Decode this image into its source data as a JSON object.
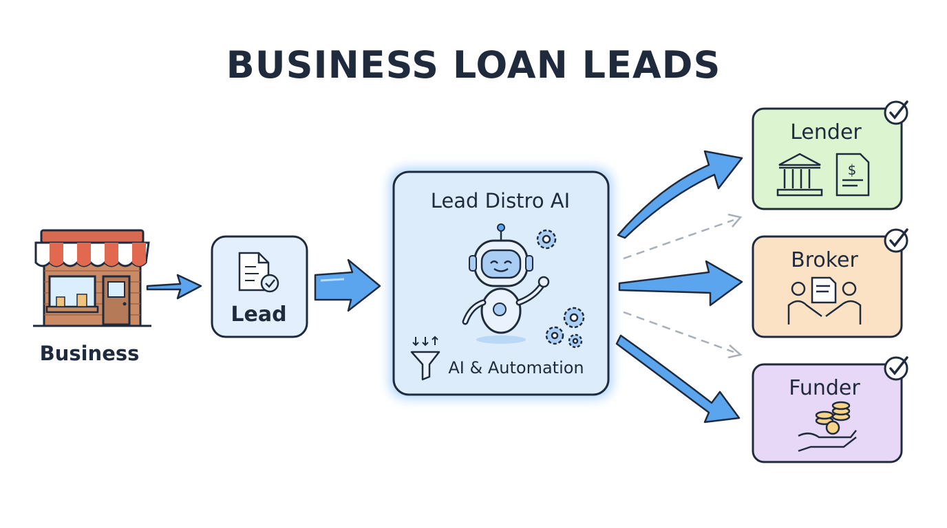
{
  "title": "BUSINESS LOAN LEADS",
  "source": {
    "label": "Business",
    "icon": "storefront-icon"
  },
  "lead": {
    "label": "Lead",
    "icon": "document-check-icon"
  },
  "hub": {
    "title": "Lead Distro AI",
    "subtitle": "AI & Automation",
    "icons": [
      "robot-icon",
      "gear-icon",
      "funnel-icon"
    ]
  },
  "destinations": [
    {
      "label": "Lender",
      "icon": "bank-icon",
      "color": "#dcf5d0"
    },
    {
      "label": "Broker",
      "icon": "handshake-icon",
      "color": "#fbe2c4"
    },
    {
      "label": "Funder",
      "icon": "coins-hand-icon",
      "color": "#e6d8f6"
    }
  ],
  "colors": {
    "accent": "#5aa5ee",
    "outline": "#1f2b3d",
    "hub_fill": "#dcecfb",
    "lead_fill": "#e3effc"
  }
}
